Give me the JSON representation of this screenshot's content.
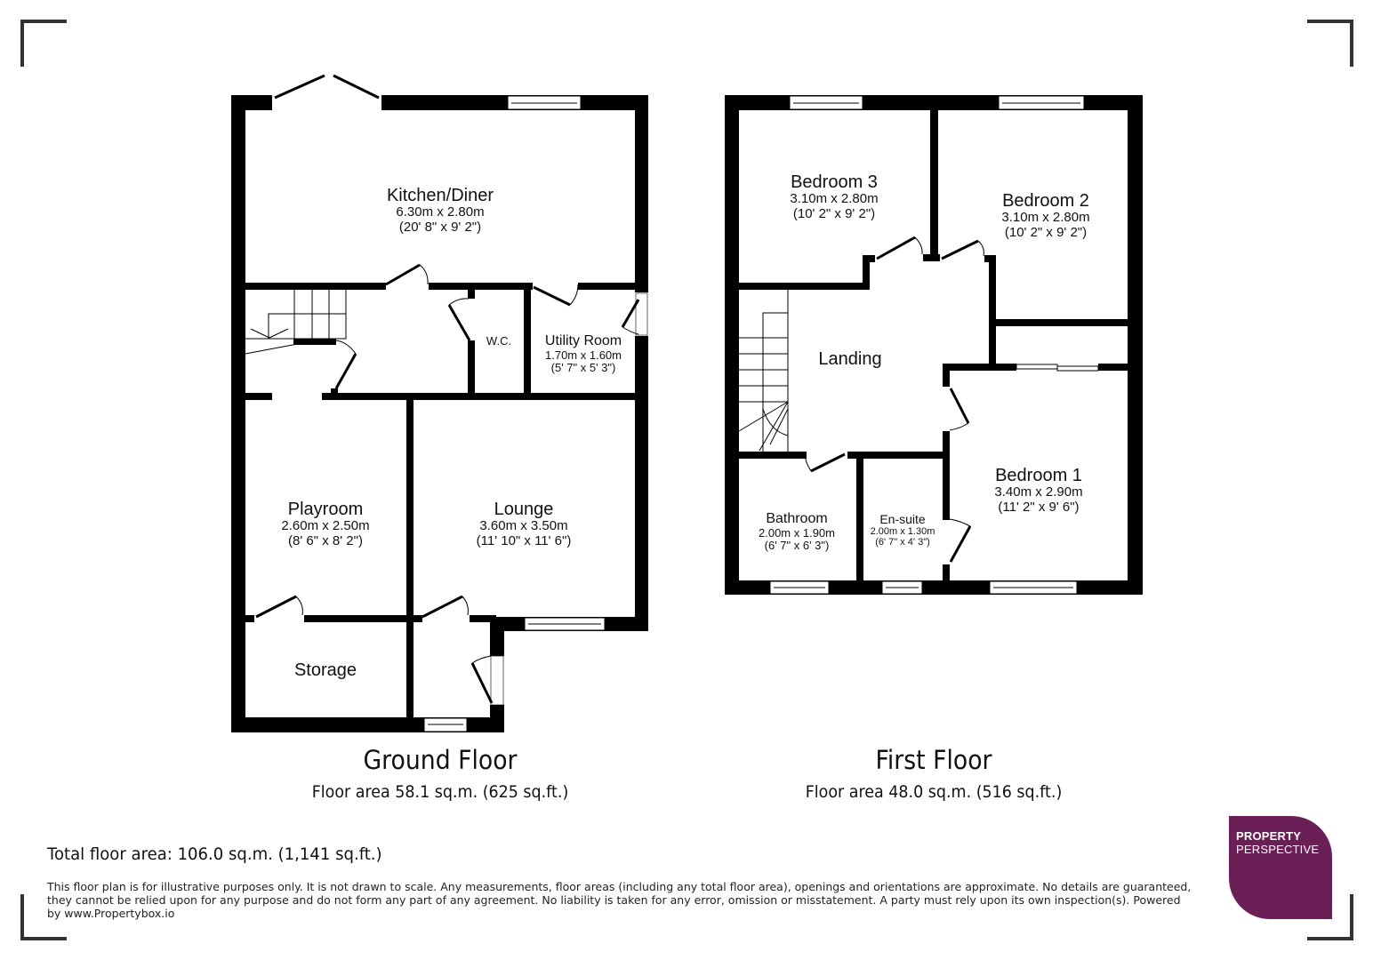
{
  "ground_floor": {
    "title": "Ground Floor",
    "area": "Floor area 58.1 sq.m. (625 sq.ft.)",
    "rooms": [
      {
        "name": "Kitchen/Diner",
        "metric": "6.30m x 2.80m",
        "imperial": "(20' 8\" x 9' 2\")"
      },
      {
        "name": "W.C."
      },
      {
        "name": "Utility Room",
        "metric": "1.70m x 1.60m",
        "imperial": "(5' 7\" x 5' 3\")"
      },
      {
        "name": "Playroom",
        "metric": "2.60m x 2.50m",
        "imperial": "(8' 6\" x 8' 2\")"
      },
      {
        "name": "Lounge",
        "metric": "3.60m x 3.50m",
        "imperial": "(11' 10\" x 11' 6\")"
      },
      {
        "name": "Storage"
      }
    ]
  },
  "first_floor": {
    "title": "First Floor",
    "area": "Floor area 48.0 sq.m. (516 sq.ft.)",
    "rooms": [
      {
        "name": "Bedroom 3",
        "metric": "3.10m x 2.80m",
        "imperial": "(10' 2\" x 9' 2\")"
      },
      {
        "name": "Bedroom 2",
        "metric": "3.10m x 2.80m",
        "imperial": "(10' 2\" x 9' 2\")"
      },
      {
        "name": "Landing"
      },
      {
        "name": "Bedroom 1",
        "metric": "3.40m x 2.90m",
        "imperial": "(11' 2\" x 9' 6\")"
      },
      {
        "name": "Bathroom",
        "metric": "2.00m x 1.90m",
        "imperial": "(6' 7\" x 6' 3\")"
      },
      {
        "name": "En-suite",
        "metric": "2.00m x 1.30m",
        "imperial": "(6' 7\" x 4' 3\")"
      }
    ]
  },
  "total_area": "Total floor area: 106.0 sq.m. (1,141 sq.ft.)",
  "disclaimer": "This floor plan is for illustrative purposes only. It is not drawn to scale. Any measurements, floor areas (including any total floor area), openings and orientations are approximate. No details are guaranteed, they cannot be relied upon for any purpose and do not form any part of any agreement. No liability is taken for any error, omission or misstatement. A party must rely upon its own inspection(s). Powered by www.Propertybox.io",
  "logo": {
    "line1": "PROPERTY",
    "line2": "PERSPECTIVE",
    "color": "#6b1f57"
  },
  "colors": {
    "wall": "#000000",
    "corner_marks": "#333333",
    "background": "#ffffff"
  }
}
